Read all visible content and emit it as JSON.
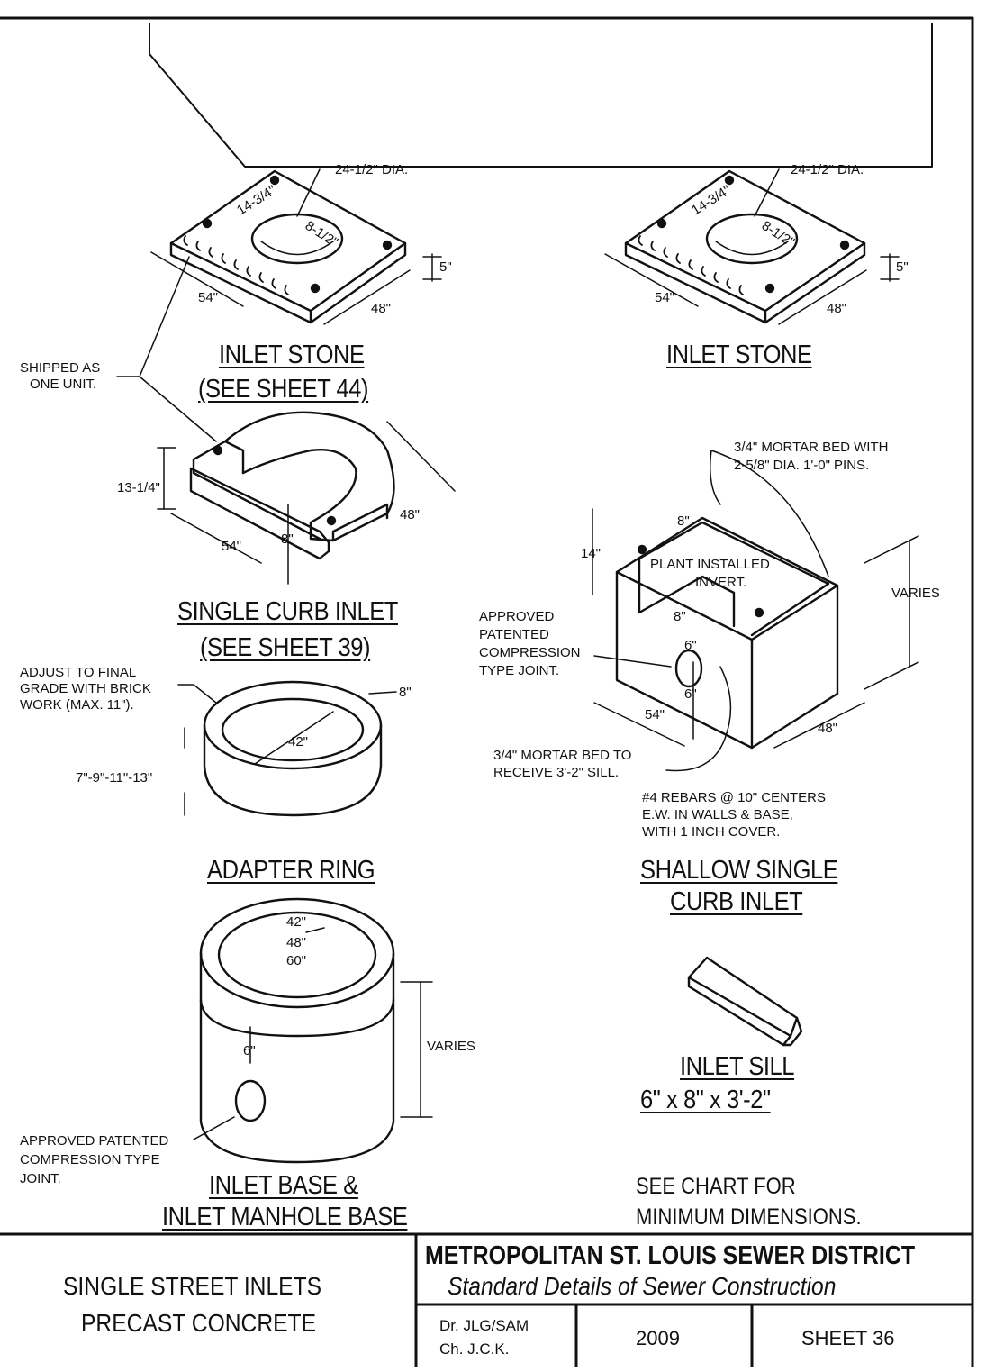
{
  "inlet_stone_left": {
    "dia": "24-1/2\" DIA.",
    "dim_a": "14-3/4\"",
    "dim_b": "8-1/2\"",
    "thickness": "5\"",
    "length": "54\"",
    "width": "48\"",
    "title_1": "INLET STONE",
    "title_2": "(SEE SHEET 44)"
  },
  "inlet_stone_right": {
    "dia": "24-1/2\" DIA.",
    "dim_a": "14-3/4\"",
    "dim_b": "8-1/2\"",
    "thickness": "5\"",
    "length": "54\"",
    "width": "48\"",
    "title_1": "INLET STONE"
  },
  "shipped_note": {
    "line1": "SHIPPED AS",
    "line2": "ONE UNIT."
  },
  "single_curb_inlet": {
    "height": "13-1/4\"",
    "length": "54\"",
    "wall": "8\"",
    "width": "48\"",
    "title_1": "SINGLE CURB INLET",
    "title_2": "(SEE SHEET 39)"
  },
  "adapter_ring": {
    "note_1": "ADJUST TO FINAL",
    "note_2": "GRADE WITH BRICK",
    "note_3": "WORK (MAX. 11\").",
    "wall": "8\"",
    "dia": "42\"",
    "heights": "7\"-9\"-11\"-13\"",
    "title": "ADAPTER RING"
  },
  "inlet_base": {
    "dia_1": "42\"",
    "dia_2": "48\"",
    "dia_3": "60\"",
    "pipe_offset": "6\"",
    "height": "VARIES",
    "joint_1": "APPROVED PATENTED",
    "joint_2": "COMPRESSION TYPE",
    "joint_3": "JOINT.",
    "title_1": "INLET BASE &",
    "title_2": "INLET MANHOLE BASE"
  },
  "shallow_inlet": {
    "mortar_1": "3/4\" MORTAR BED WITH",
    "mortar_2": "2-5/8\" DIA. 1'-0\" PINS.",
    "wall_top": "8\"",
    "depth": "14\"",
    "invert_1": "PLANT INSTALLED",
    "invert_2": "INVERT.",
    "wall_inner": "8\"",
    "pipe_a": "6\"",
    "pipe_b": "6\"",
    "height": "VARIES",
    "joint_1": "APPROVED",
    "joint_2": "PATENTED",
    "joint_3": "COMPRESSION",
    "joint_4": "TYPE JOINT.",
    "length": "54\"",
    "width": "48\"",
    "sill_bed_1": "3/4\" MORTAR BED TO",
    "sill_bed_2": "RECEIVE 3'-2\" SILL.",
    "rebar_1": "#4 REBARS @ 10\" CENTERS",
    "rebar_2": "E.W. IN WALLS & BASE,",
    "rebar_3": "WITH 1 INCH COVER.",
    "title_1": "SHALLOW SINGLE",
    "title_2": "CURB INLET"
  },
  "inlet_sill": {
    "title_1": "INLET SILL",
    "title_2": "6\" x 8\" x 3'-2\""
  },
  "chart_note": {
    "line1": "SEE CHART FOR",
    "line2": "MINIMUM DIMENSIONS."
  },
  "title_block": {
    "drawing_title_1": "SINGLE STREET INLETS",
    "drawing_title_2": "PRECAST CONCRETE",
    "organization": "METROPOLITAN ST. LOUIS SEWER DISTRICT",
    "subtitle": "Standard Details of Sewer Construction",
    "drawn": "Dr.  JLG/SAM",
    "checked": "Ch.   J.C.K.",
    "year": "2009",
    "sheet": "SHEET  36"
  }
}
